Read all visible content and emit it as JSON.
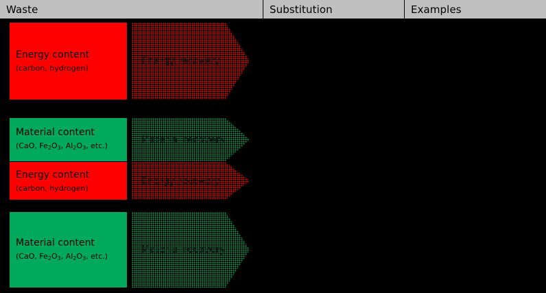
{
  "table": {
    "headers": [
      {
        "id": "waste",
        "label": "Waste"
      },
      {
        "id": "substitution",
        "label": "Substitution"
      },
      {
        "id": "examples",
        "label": "Examples"
      }
    ],
    "rows": [
      {
        "id": "row-1",
        "waste": [
          {
            "kind": "energy",
            "color": "#ff0000",
            "title": "Energy content",
            "subtitle_parts": [
              "(carbon, hydrogen)"
            ],
            "subtitle": "(carbon, hydrogen)"
          }
        ],
        "substitution": [
          {
            "kind": "energy",
            "color": "#ff0000",
            "label": "Energy recovery"
          }
        ],
        "examples": []
      },
      {
        "id": "row-2",
        "waste": [
          {
            "kind": "material",
            "color": "#00a95c",
            "title": "Material content",
            "subtitle": "(CaO, Fe2O3, Al2O3, etc.)"
          },
          {
            "kind": "energy",
            "color": "#ff0000",
            "title": "Energy content",
            "subtitle": "(carbon, hydrogen)"
          }
        ],
        "substitution": [
          {
            "kind": "material",
            "color": "#00a95c",
            "label": "Material recovery"
          },
          {
            "kind": "energy",
            "color": "#ff0000",
            "label": "Energy recovery"
          }
        ],
        "examples": []
      },
      {
        "id": "row-3",
        "waste": [
          {
            "kind": "material",
            "color": "#00a95c",
            "title": "Material content",
            "subtitle": "(CaO, Fe2O3, Al2O3, etc.)"
          }
        ],
        "substitution": [
          {
            "kind": "material",
            "color": "#00a95c",
            "label": "Material recovery"
          }
        ],
        "examples": []
      }
    ]
  },
  "colors": {
    "background": "#000000",
    "header_background": "#c0c0c0",
    "energy": "#ff0000",
    "material": "#00a95c",
    "text": "#000000"
  },
  "labels": {
    "header_waste": "Waste",
    "header_substitution": "Substitution",
    "header_examples": "Examples",
    "energy_content_title": "Energy content",
    "energy_content_sub": "(carbon, hydrogen)",
    "material_content_title": "Material content",
    "material_content_sub_pre": "(CaO, Fe",
    "material_content_sub_a": "2",
    "material_content_sub_mid1": "O",
    "material_content_sub_b": "3",
    "material_content_sub_mid2": ", Al",
    "material_content_sub_c": "2",
    "material_content_sub_mid3": "O",
    "material_content_sub_d": "3",
    "material_content_sub_post": ", etc.)",
    "energy_recovery": "Energy recovery",
    "material_recovery": "Material recovery"
  }
}
